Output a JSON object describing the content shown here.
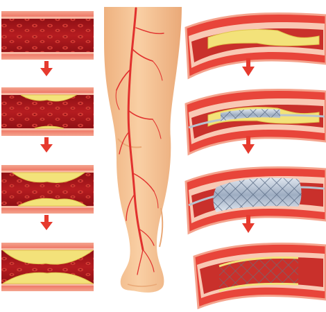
{
  "colors": {
    "background": "#ffffff",
    "vessel_wall": "#e8453a",
    "vessel_wall_dark": "#c9302b",
    "vessel_inner_glow": "#f9c8b4",
    "blood": "#a8161c",
    "blood_cell": "#d23a33",
    "blood_cell_dark": "#7e0d12",
    "plaque": "#f3e27a",
    "plaque_edge": "#e0c64c",
    "leg_skin": "#f7c79a",
    "leg_shadow": "#e9a876",
    "leg_vein": "#e1312e",
    "arrow": "#e63a2e",
    "stent": "#7d8ea6",
    "stent_light": "#c9d4e3",
    "catheter": "#b9c3cf"
  },
  "panels": {
    "left_sequence": [
      "healthy-artery",
      "early-plaque",
      "moderate-plaque",
      "severe-plaque"
    ],
    "right_sequence": [
      "narrowed-artery",
      "catheter-with-stent",
      "stent-expansion",
      "stent-implanted"
    ]
  },
  "arrows": {
    "left_count": 3,
    "right_count": 3,
    "icon": "down-arrow-icon"
  },
  "illustration": {
    "center": "leg-with-arteries",
    "icon": "leg-icon"
  },
  "plaque_levels": [
    0,
    0.18,
    0.38,
    0.62
  ],
  "rbc_counts": [
    20,
    18,
    16,
    12
  ]
}
